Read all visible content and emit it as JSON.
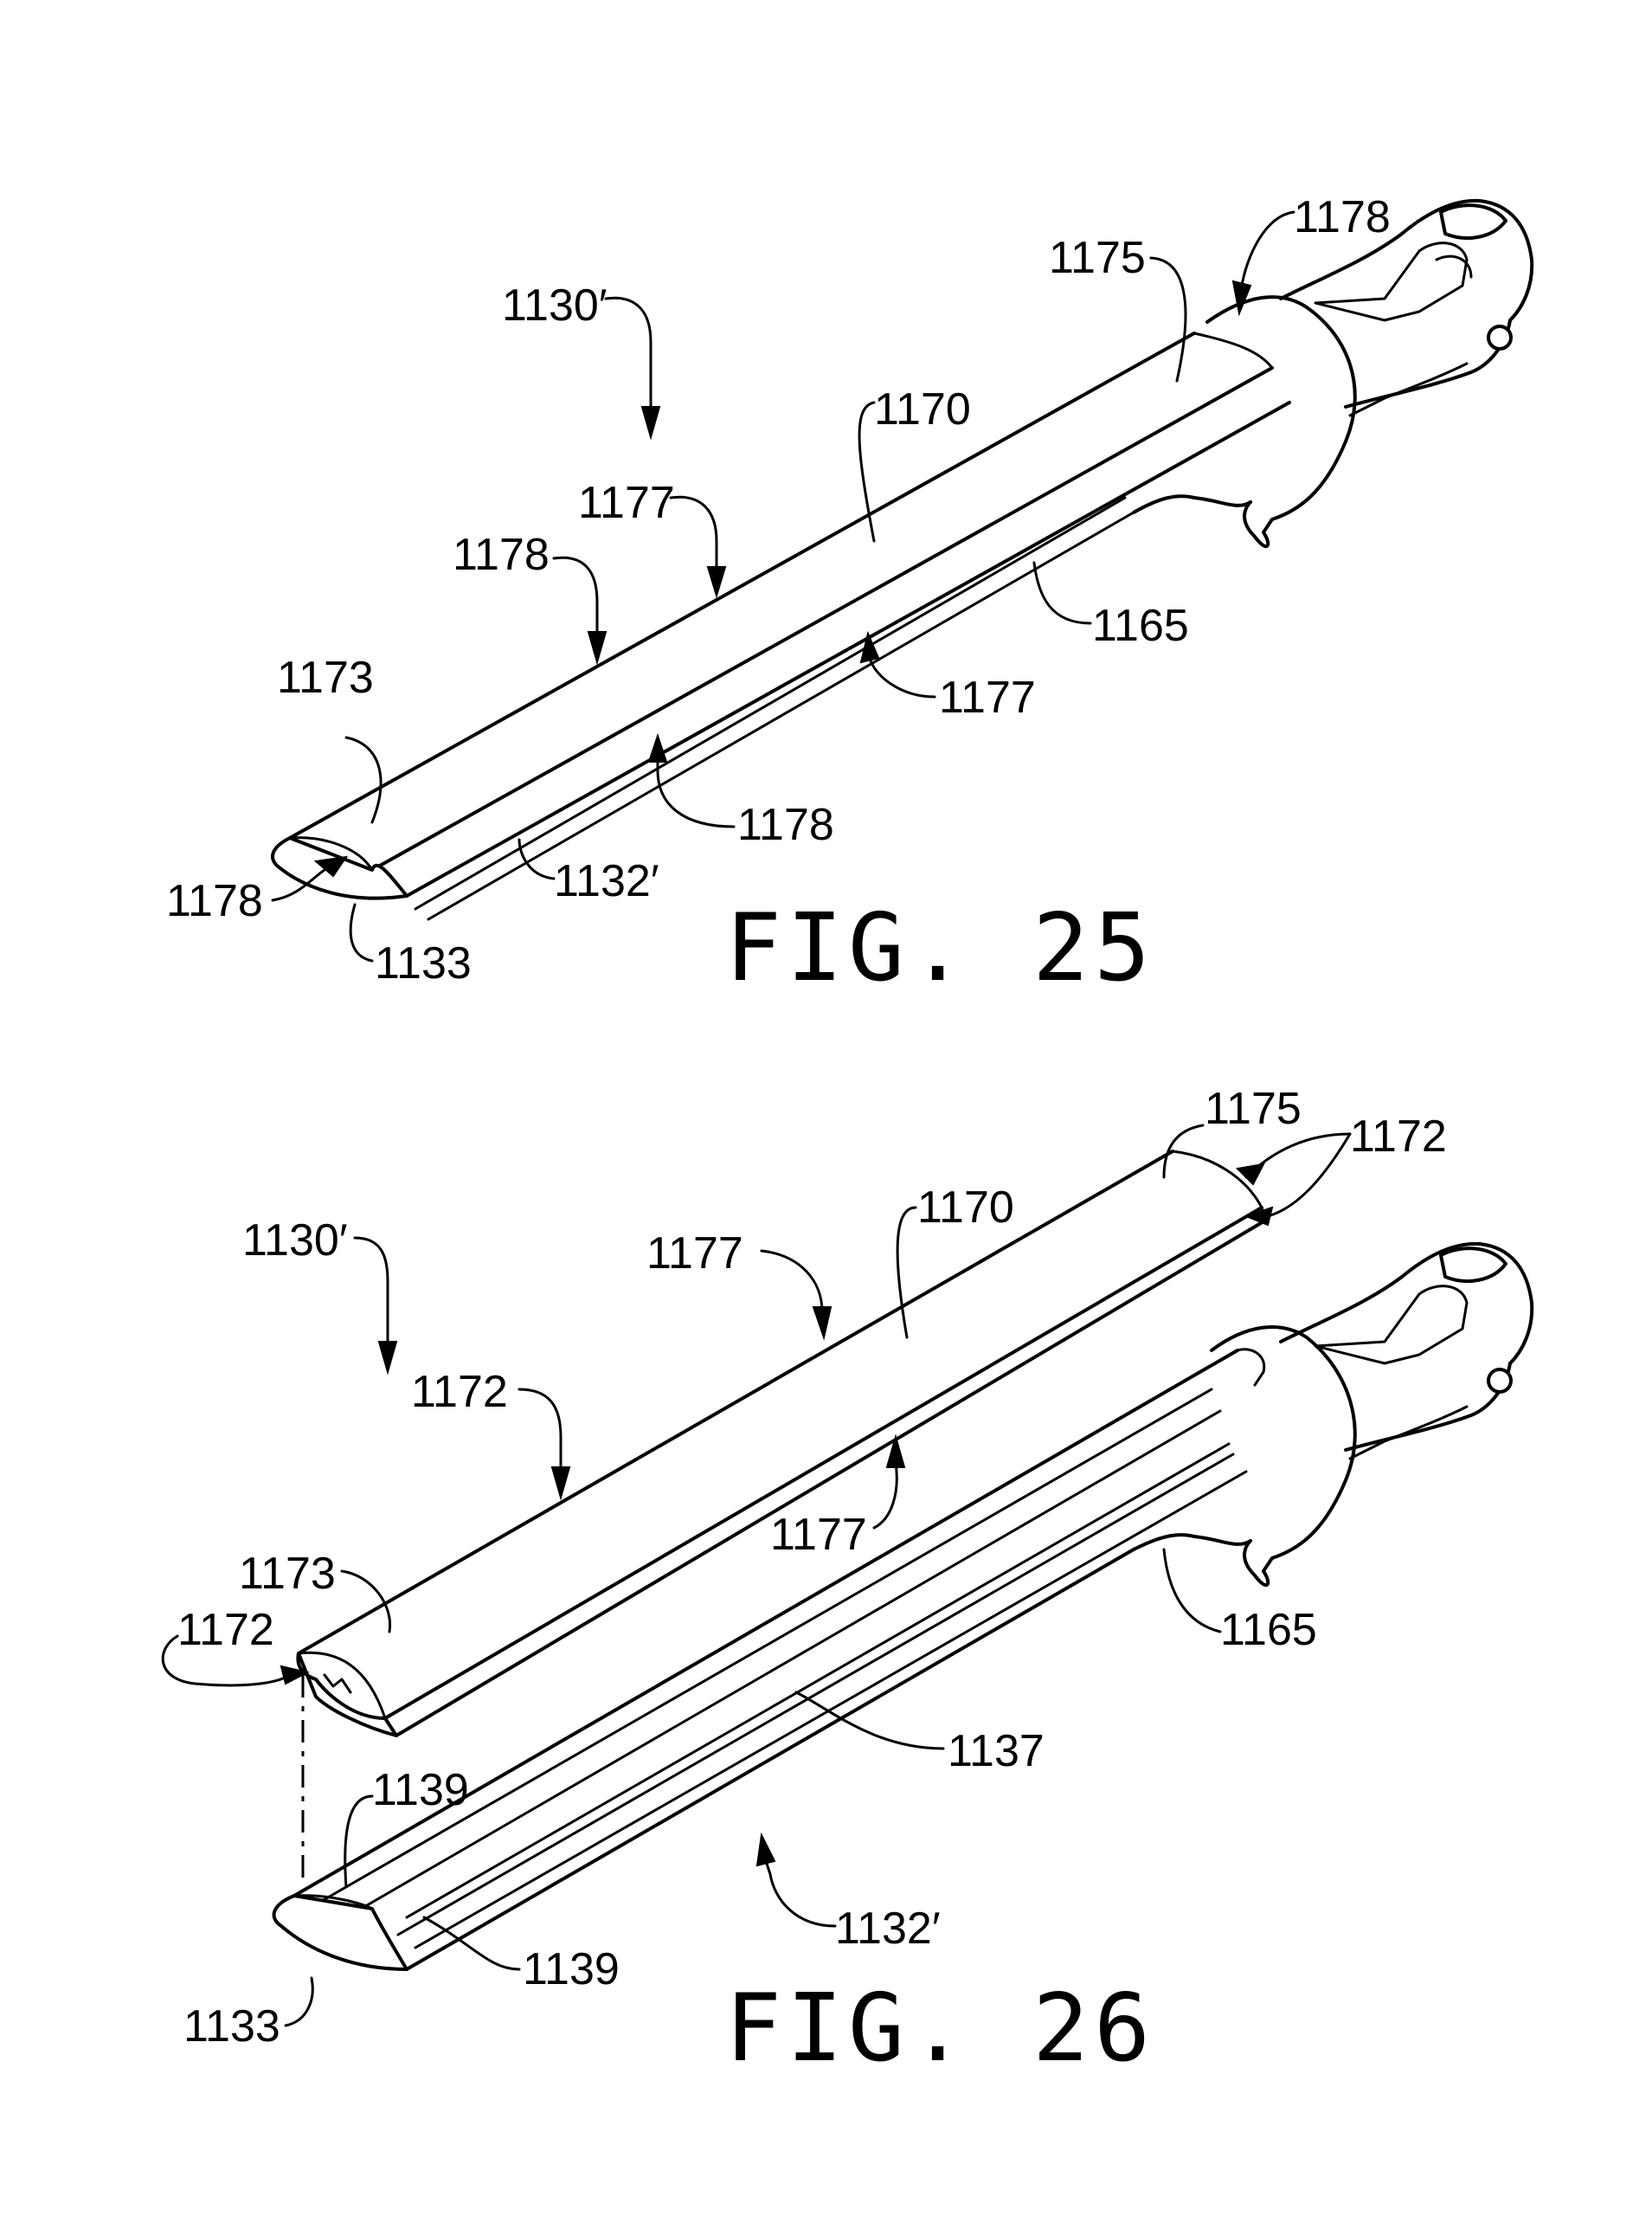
{
  "figures": [
    {
      "id": "fig25",
      "caption": "FIG. 25",
      "labels": {
        "assembly": "1130′",
        "channel": "1132′",
        "distal_end": "1133",
        "body": "1165",
        "cover": "1170",
        "cover_proximal": "1175",
        "cover_distal": "1173",
        "edge_a": "1177",
        "edge_b": "1177",
        "seam_a": "1178",
        "seam_b": "1178",
        "seam_c": "1178",
        "seam_d": "1178"
      }
    },
    {
      "id": "fig26",
      "caption": "FIG. 26",
      "labels": {
        "assembly": "1130′",
        "channel": "1132′",
        "distal_end": "1133",
        "body": "1165",
        "cover": "1170",
        "cover_proximal": "1175",
        "cover_distal": "1173",
        "edge_a": "1177",
        "edge_b": "1177",
        "tab_a": "1172",
        "tab_b": "1172",
        "tab_c": "1172",
        "slot": "1137",
        "rail_a": "1139",
        "rail_b": "1139"
      }
    }
  ]
}
